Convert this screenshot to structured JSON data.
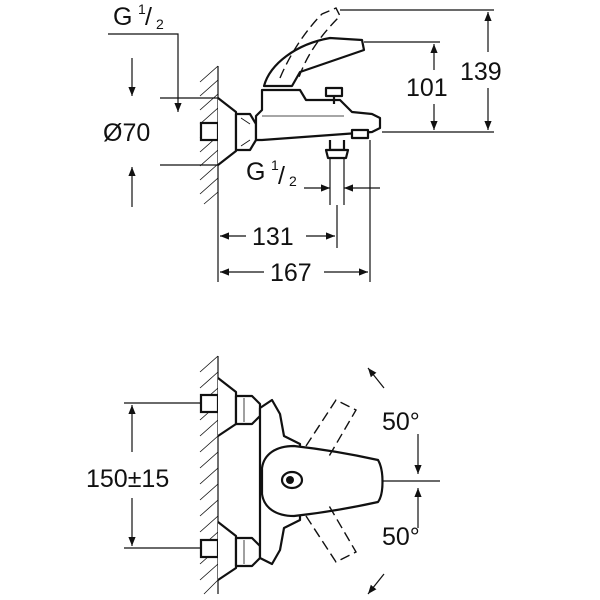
{
  "side_view": {
    "thread_top": {
      "main": "G",
      "sup": "1",
      "sub": "2"
    },
    "thread_bottom": {
      "main": "G",
      "sup": "1",
      "sub": "2"
    },
    "diameter": "Ø70",
    "height_101": "101",
    "height_139": "139",
    "depth_131": "131",
    "depth_167": "167"
  },
  "front_view": {
    "distance": "150±15",
    "angle_top": "50°",
    "angle_bottom": "50°"
  }
}
